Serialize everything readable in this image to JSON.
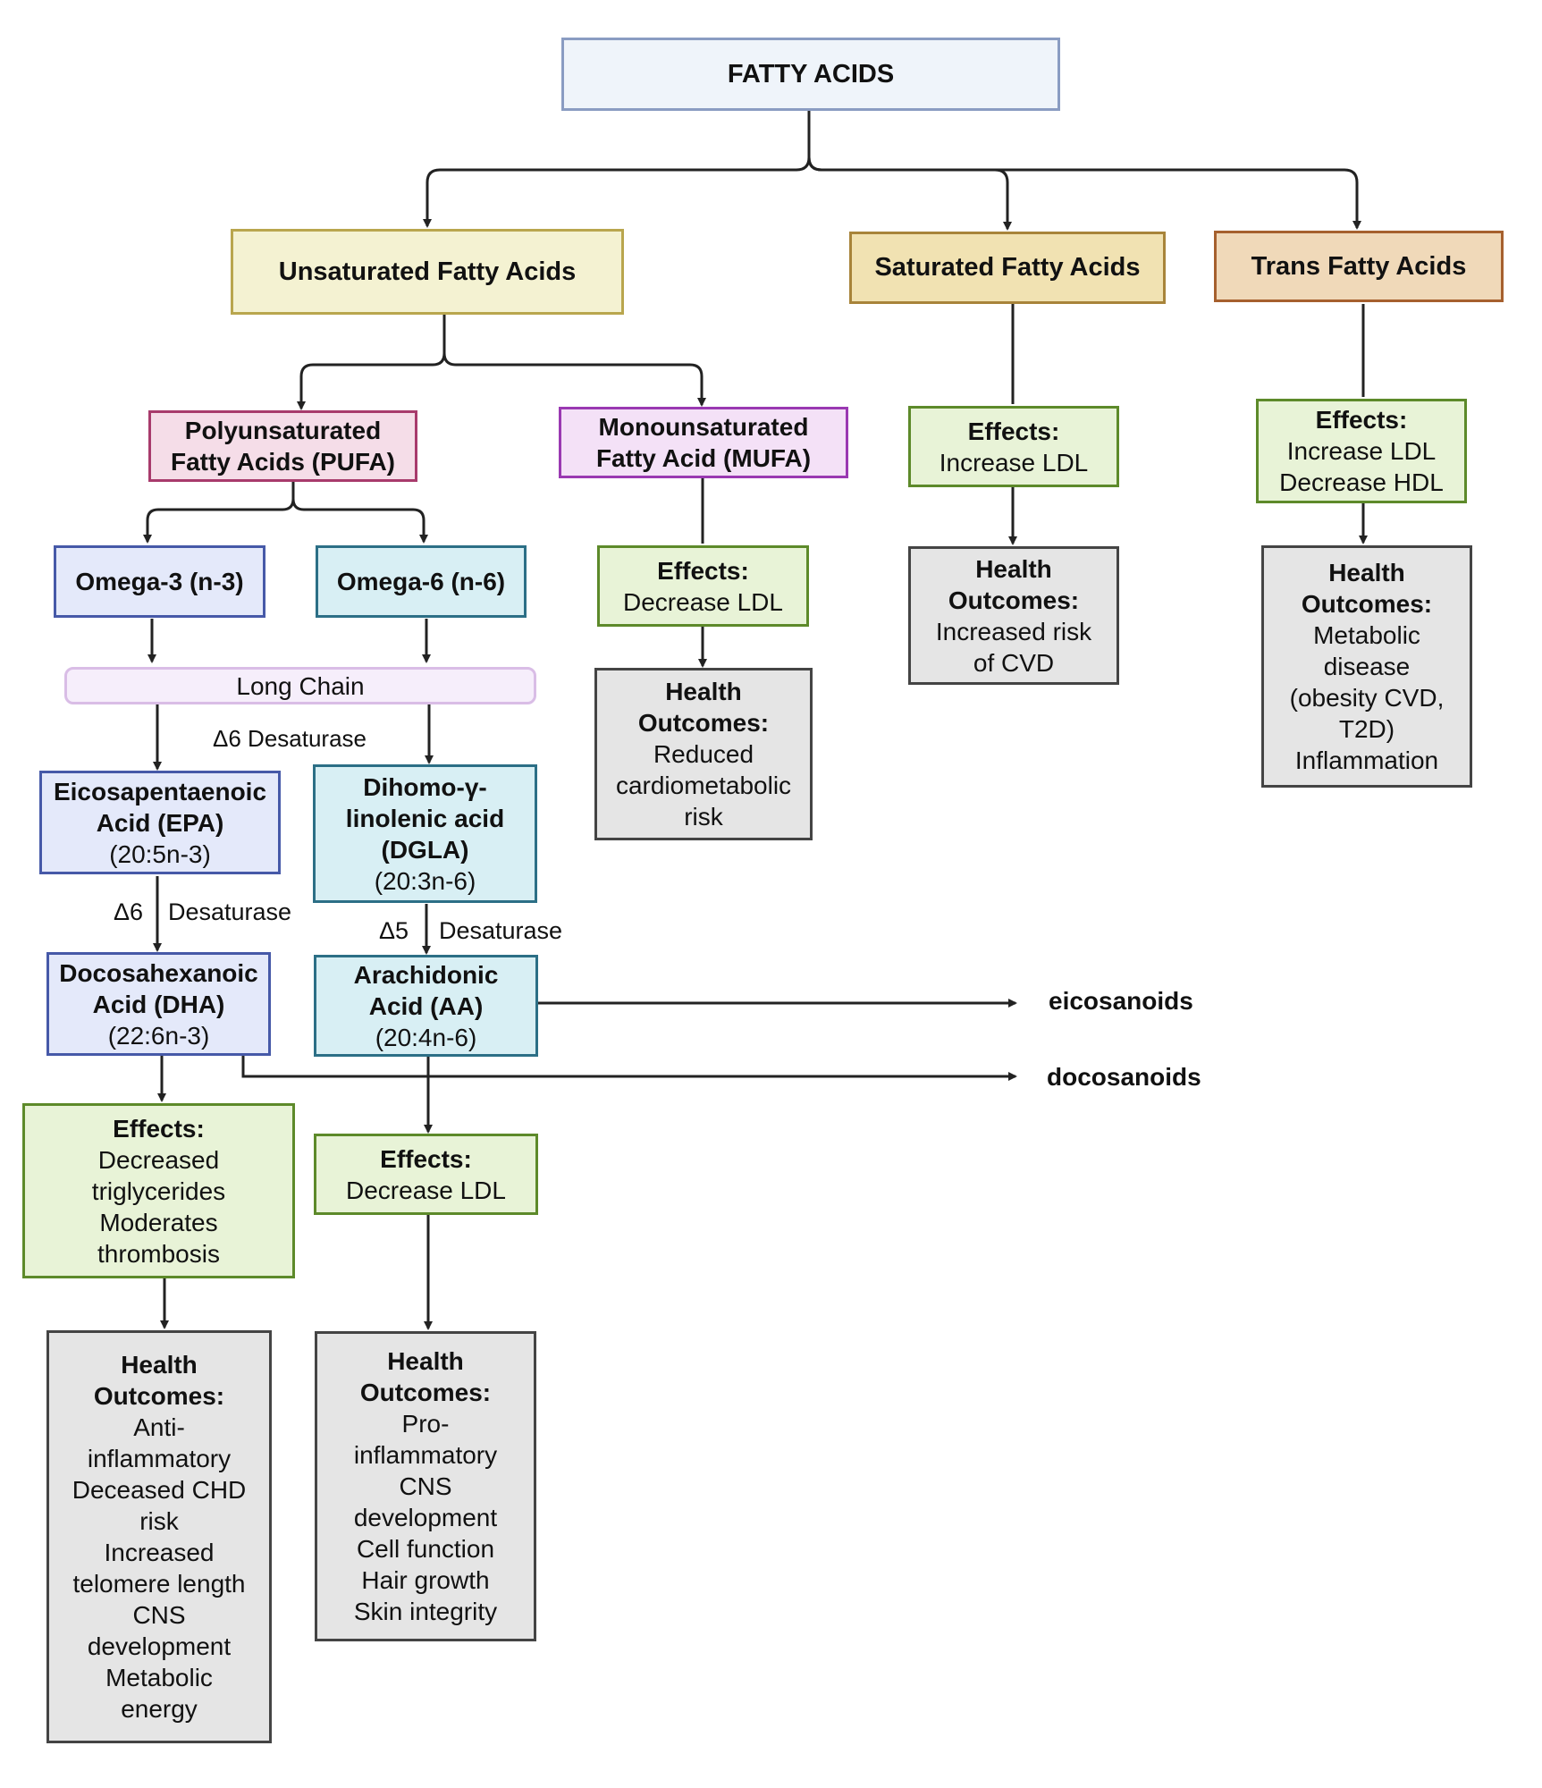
{
  "root": "FATTY ACIDS",
  "unsaturated": "Unsaturated Fatty Acids",
  "saturated": "Saturated Fatty Acids",
  "trans": "Trans Fatty Acids",
  "pufa": [
    "Polyunsaturated",
    "Fatty Acids (PUFA)"
  ],
  "mufa": [
    "Monounsaturated",
    "Fatty Acid (MUFA)"
  ],
  "omega3": "Omega-3 (n-3)",
  "omega6": "Omega-6 (n-6)",
  "long_chain": "Long Chain",
  "epa": {
    "name": [
      "Eicosapentaenoic",
      "Acid (EPA)"
    ],
    "formula": "(20:5n-3)"
  },
  "dgla": {
    "name": [
      "Dihomo-γ-",
      "linolenic acid",
      "(DGLA)"
    ],
    "formula": "(20:3n-6)"
  },
  "dha": {
    "name": [
      "Docosahexanoic",
      "Acid (DHA)"
    ],
    "formula": "(22:6n-3)"
  },
  "aa": {
    "name": [
      "Arachidonic",
      "Acid (AA)"
    ],
    "formula": "(20:4n-6)"
  },
  "enzymes": {
    "d6_top": "Δ6 Desaturase",
    "d6_epa_symbol": "Δ6",
    "d6_epa_word": "Desaturase",
    "d5_symbol": "Δ5",
    "d5_word": "Desaturase"
  },
  "outputs": {
    "eicosanoids": "eicosanoids",
    "docosanoids": "docosanoids"
  },
  "effects_heading": "Effects:",
  "health_heading": [
    "Health",
    "Outcomes:"
  ],
  "saturated_effects": [
    "Increase LDL"
  ],
  "saturated_health": [
    "Increased risk",
    "of CVD"
  ],
  "trans_effects": [
    "Increase LDL",
    "Decrease HDL"
  ],
  "trans_health": [
    "Metabolic",
    "disease",
    "(obesity CVD,",
    "T2D)",
    "Inflammation"
  ],
  "mufa_effects": [
    "Decrease LDL"
  ],
  "mufa_health": [
    "Reduced",
    "cardiometabolic",
    "risk"
  ],
  "omega3_effects": [
    "Decreased",
    "triglycerides",
    "Moderates",
    "thrombosis"
  ],
  "omega3_health": [
    "Anti-",
    "inflammatory",
    "Deceased CHD",
    "risk",
    "Increased",
    "telomere length",
    "CNS",
    "development",
    "Metabolic",
    "energy"
  ],
  "omega6_effects": [
    "Decrease LDL"
  ],
  "omega6_health": [
    "Pro-",
    "inflammatory",
    "CNS",
    "development",
    "Cell function",
    "Hair growth",
    "Skin integrity"
  ]
}
